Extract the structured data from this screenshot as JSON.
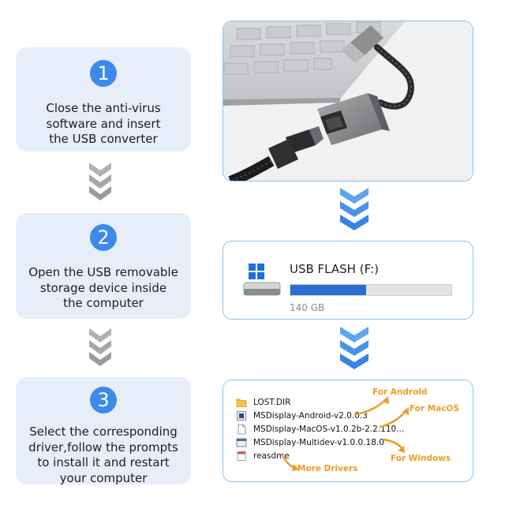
{
  "steps": [
    {
      "number": "1",
      "text": "Close the anti-virus\nsoftware and insert\nthe USB converter"
    },
    {
      "number": "2",
      "text": "Open the USB removable\nstorage device inside\nthe computer"
    },
    {
      "number": "3",
      "text": "Select the corresponding\ndriver,follow the prompts\nto install it and restart\nyour computer"
    }
  ],
  "drive": {
    "name": "USB FLASH (F:)",
    "size": "140 GB",
    "usage_fraction": 0.47,
    "icon": "windows-drive-icon"
  },
  "files": [
    {
      "name": "LOST.DIR",
      "icon": "folder-icon"
    },
    {
      "name": "MSDisplay-Android-v2.0.0.3",
      "icon": "installer-icon"
    },
    {
      "name": "MSDisplay-MacOS-v1.0.2b-2.2.110...",
      "icon": "document-icon"
    },
    {
      "name": "MSDisplay-Multidev-v1.0.0.18.0",
      "icon": "app-window-icon"
    },
    {
      "name": "reasdme",
      "icon": "text-file-icon"
    }
  ],
  "annotations": {
    "android": "For Android",
    "macos": "For MacOS",
    "windows": "For Windows",
    "more": "More Drivers"
  },
  "colors": {
    "accent": "#3d8ae9",
    "card": "#e7eef9",
    "panel_border": "#8fc2e6",
    "annotation": "#f39b1f",
    "chevron_gray": "#a9a9ab"
  }
}
